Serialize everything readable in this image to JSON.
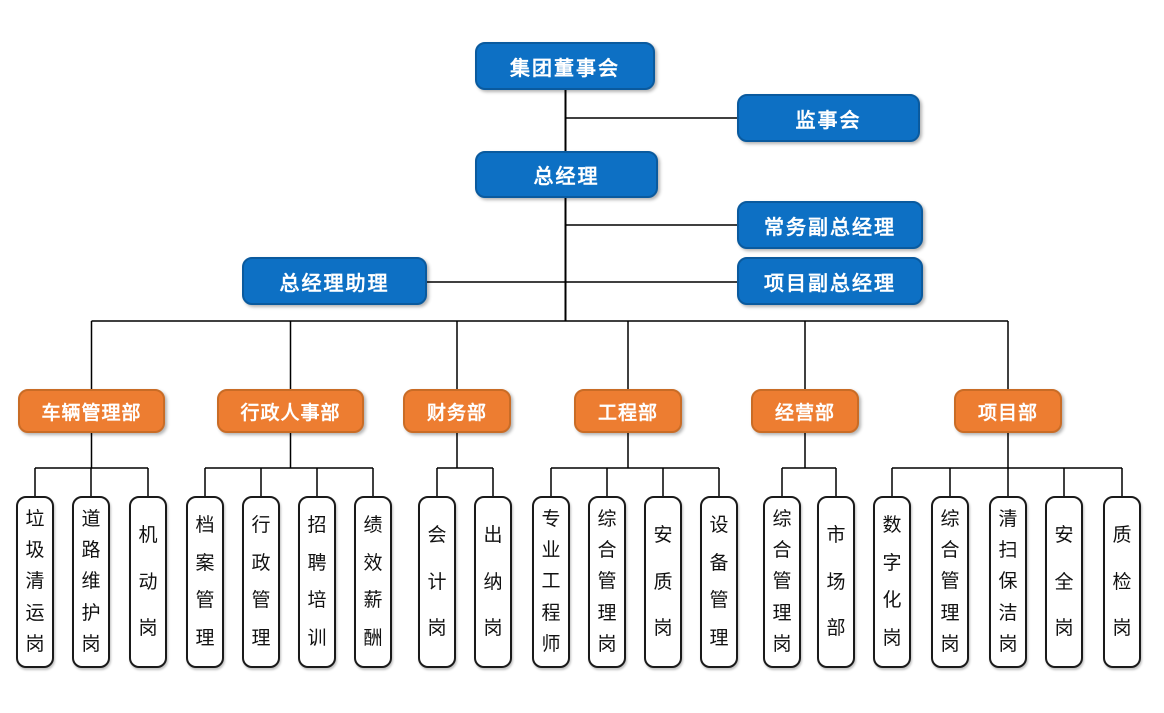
{
  "org_chart": {
    "executives": {
      "board": "集团董事会",
      "supervisory_board": "监事会",
      "general_manager": "总经理",
      "executive_deputy_gm": "常务副总经理",
      "gm_assistant": "总经理助理",
      "project_deputy_gm": "项目副总经理"
    },
    "departments": [
      {
        "label": "车辆管理部",
        "positions": [
          "垃圾清运岗",
          "道路维护岗",
          "机动岗"
        ]
      },
      {
        "label": "行政人事部",
        "positions": [
          "档案管理",
          "行政管理",
          "招聘培训",
          "绩效薪酬"
        ]
      },
      {
        "label": "财务部",
        "positions": [
          "会计岗",
          "出纳岗"
        ]
      },
      {
        "label": "工程部",
        "positions": [
          "专业工程师",
          "综合管理岗",
          "安质岗",
          "设备管理"
        ]
      },
      {
        "label": "经营部",
        "positions": [
          "综合管理岗",
          "市场部"
        ]
      },
      {
        "label": "项目部",
        "positions": [
          "数字化岗",
          "综合管理岗",
          "清扫保洁岗",
          "安全岗",
          "质检岗"
        ]
      }
    ],
    "colors": {
      "executive_fill": "#0d70c4",
      "executive_border": "#0a5a9e",
      "department_fill": "#ed7d31",
      "department_border": "#c96c26",
      "position_fill": "#ffffff",
      "position_border": "#1a1a1a",
      "connector": "#000000",
      "text_on_color": "#ffffff",
      "text_on_white": "#111111"
    }
  }
}
